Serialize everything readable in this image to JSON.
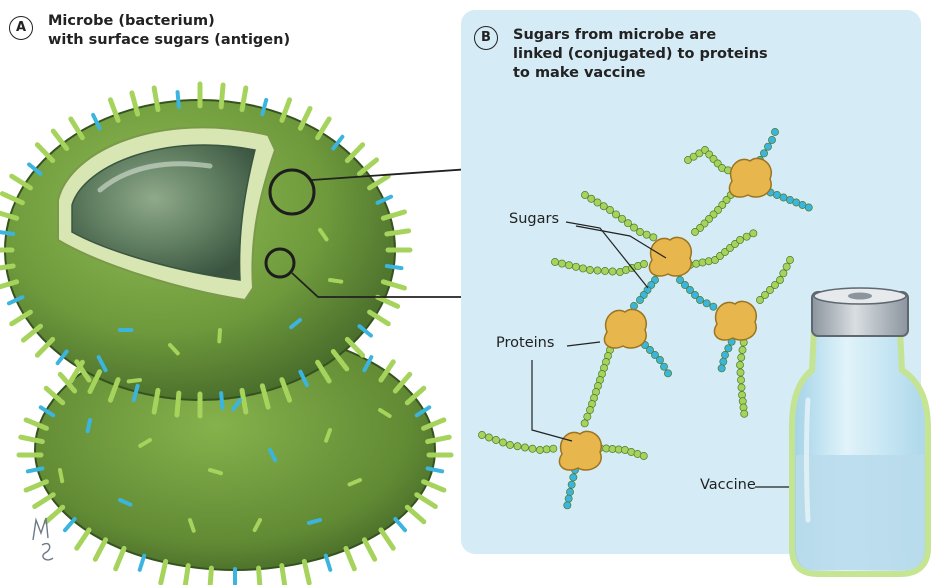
{
  "panel_a": {
    "letter": "A",
    "caption_line1": "Microbe (bacterium)",
    "caption_line2": "with surface sugars (antigen)"
  },
  "panel_b": {
    "letter": "B",
    "caption_line1": "Sugars from microbe are",
    "caption_line2": "linked (conjugated) to proteins",
    "caption_line3": "to make vaccine"
  },
  "labels": {
    "sugars": "Sugars",
    "proteins": "Proteins",
    "vaccine": "Vaccine"
  },
  "colors": {
    "panel_b_bg": "#d5ebf5",
    "microbe_green": "#6f9a3c",
    "microbe_dark": "#45692a",
    "sugar_green": "#a6d35c",
    "sugar_blue": "#3bb5de",
    "protein_gold": "#e7b64d",
    "vial_cap": "#a9b2ba",
    "vial_glass": "#c9e8f4"
  }
}
